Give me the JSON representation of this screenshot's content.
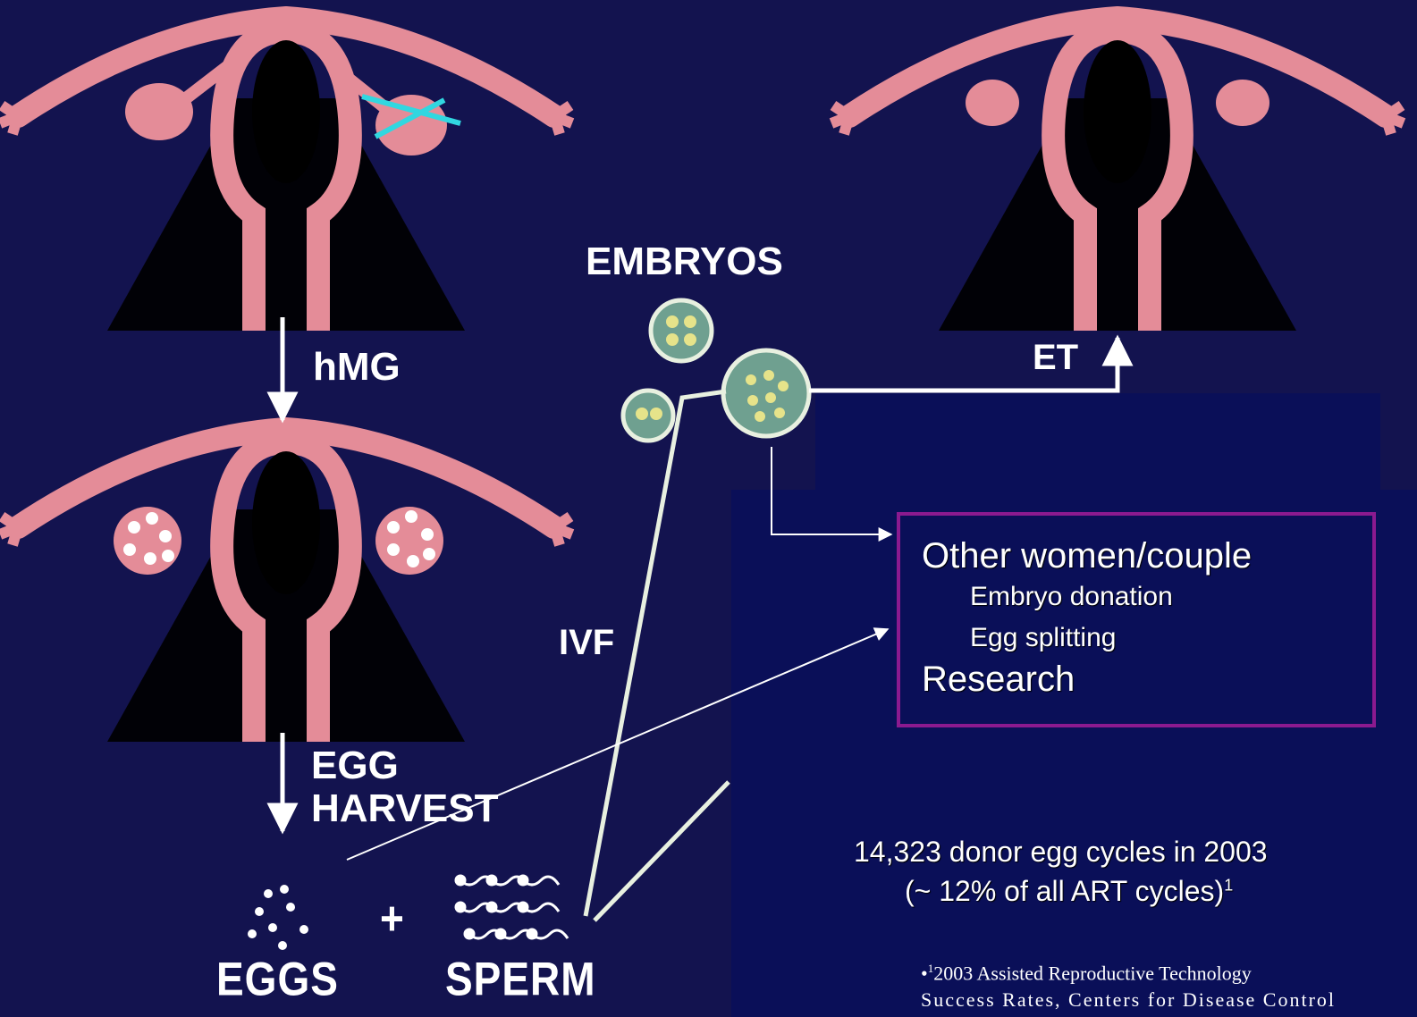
{
  "colors": {
    "background": "#13134f",
    "panel": "#0a0f58",
    "anatomy": "#e48c98",
    "shadow": "#000000",
    "box_border": "#8b1a8f",
    "cross_mark": "#31d7e0",
    "arrow": "#ffffff"
  },
  "labels": {
    "hmg": "hMG",
    "egg_harvest_line1": "EGG",
    "egg_harvest_line2": "HARVEST",
    "eggs": "EGGS",
    "plus": "+",
    "sperm": "SPERM",
    "embryos": "EMBRYOS",
    "ivf": "IVF",
    "et": "ET"
  },
  "box": {
    "title": "Other women/couple",
    "items": [
      "Embryo donation",
      "Egg splitting"
    ],
    "research": "Research"
  },
  "stats": {
    "line1": "14,323 donor egg cycles in 2003",
    "line2": "(~ 12% of all ART cycles)",
    "line2_sup": "1"
  },
  "footnote": {
    "bullet": "•",
    "sup": "1",
    "text": "2003 Assisted Reproductive Technology",
    "text_line2": "Success Rates, Centers for Disease Control"
  },
  "icons": [
    "uterus-icon",
    "embryo-icon",
    "egg-icon",
    "sperm-icon",
    "cross-mark-icon",
    "arrow-icon"
  ]
}
